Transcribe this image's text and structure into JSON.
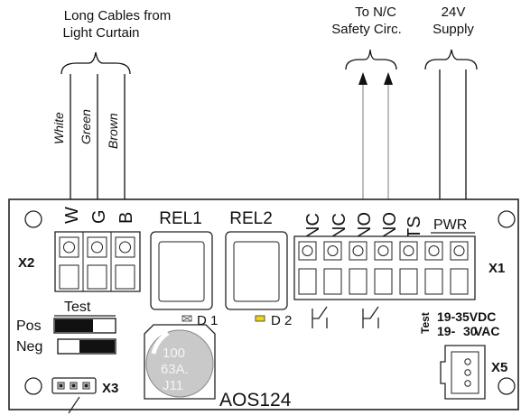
{
  "labels": {
    "cables_title_line1": "Long Cables from",
    "cables_title_line2": "Light Curtain",
    "wire_white": "White",
    "wire_green": "Green",
    "wire_brown": "Brown",
    "nc_title_line1": "To N/C",
    "nc_title_line2": "Safety Circ.",
    "supply_title_line1": "24V",
    "supply_title_line2": "Supply"
  },
  "board": {
    "x2_pins": [
      "W",
      "G",
      "B"
    ],
    "x2_label": "X2",
    "rel1": "REL1",
    "rel2": "REL2",
    "x1_pins": [
      "NC",
      "NC",
      "NO",
      "NO",
      "TS"
    ],
    "pwr_label": "PWR",
    "x1_label": "X1",
    "test_title": "Test",
    "pos_label": "Pos",
    "neg_label": "Neg",
    "d1_label": "D 1",
    "d2_label": "D 2",
    "test_vertical": "Test",
    "voltage_line1": "19-35VDC",
    "voltage_line2": "19-",
    "voltage_line2b": "30",
    "voltage_line2c": "VAC",
    "x5_label": "X5",
    "x3_label": "X3",
    "capacitor_line1": "100",
    "capacitor_line2": "63A.",
    "capacitor_line3": "J11",
    "model": "AOS124"
  },
  "colors": {
    "line": "#111111",
    "board_stroke": "#222222",
    "d2_led": "#f1d40a",
    "arrow_line_gray": "#9a9a9a",
    "capacitor_fill": "#c9c9c9"
  }
}
